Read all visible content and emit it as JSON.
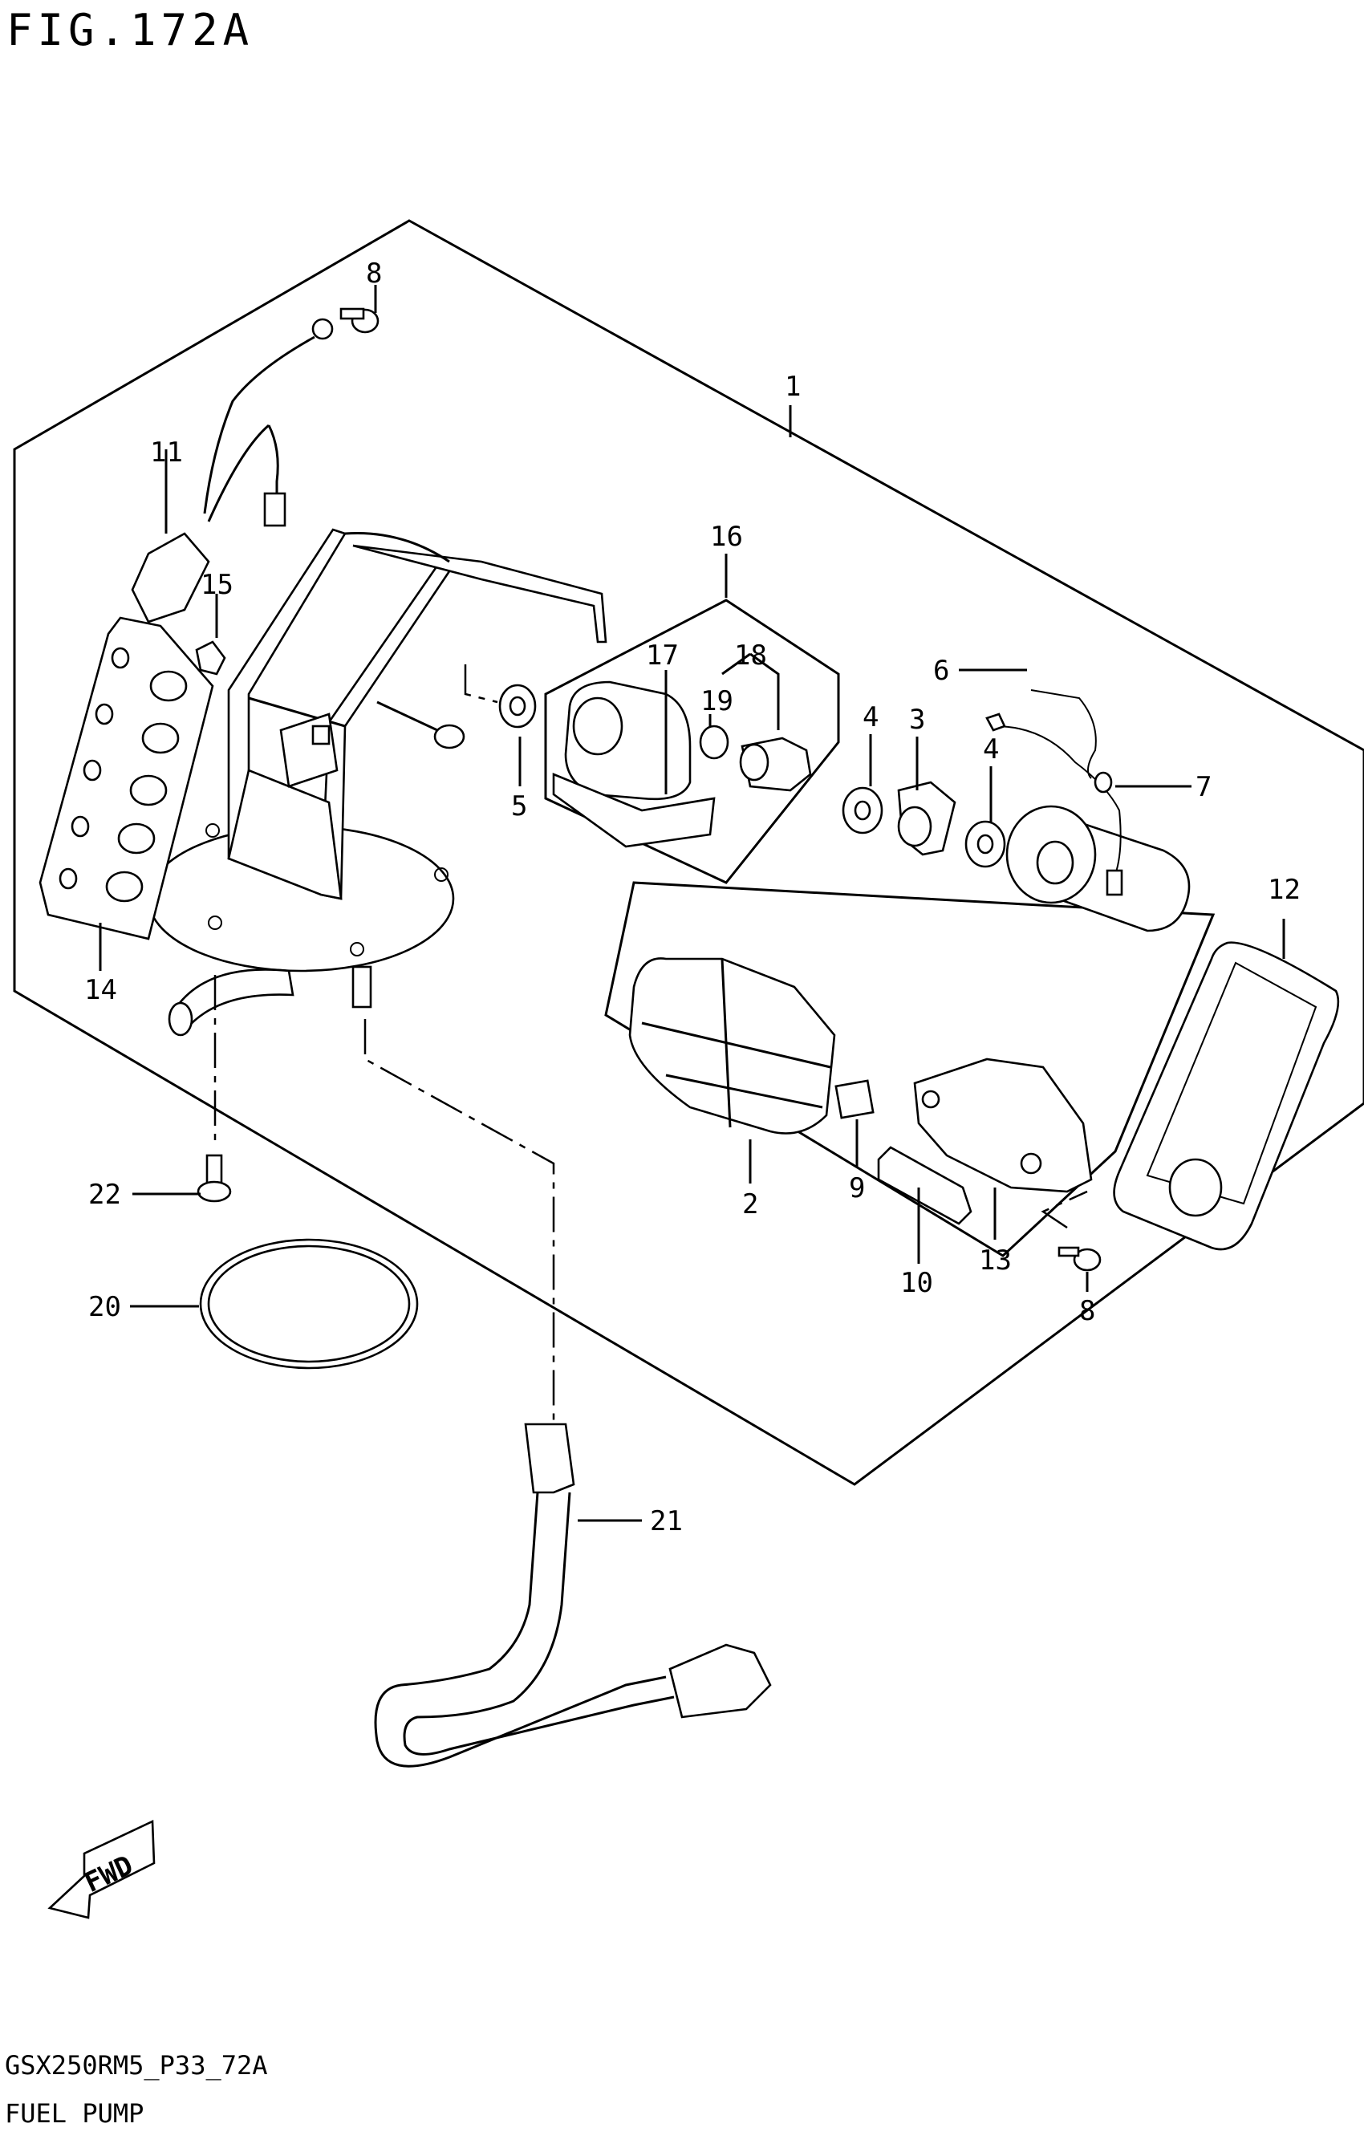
{
  "figure": {
    "title": "FIG.172A",
    "model_code": "GSX250RM5_P33_72A",
    "name": "FUEL PUMP"
  },
  "direction_arrow": {
    "label": "FWD",
    "icon": "fwd-arrow-icon"
  },
  "callouts": [
    {
      "id": "c1",
      "label": "1"
    },
    {
      "id": "c2",
      "label": "2"
    },
    {
      "id": "c3",
      "label": "3"
    },
    {
      "id": "c4a",
      "label": "4"
    },
    {
      "id": "c4b",
      "label": "4"
    },
    {
      "id": "c5",
      "label": "5"
    },
    {
      "id": "c6",
      "label": "6"
    },
    {
      "id": "c7",
      "label": "7"
    },
    {
      "id": "c8a",
      "label": "8"
    },
    {
      "id": "c8b",
      "label": "8"
    },
    {
      "id": "c9",
      "label": "9"
    },
    {
      "id": "c10",
      "label": "10"
    },
    {
      "id": "c11",
      "label": "11"
    },
    {
      "id": "c12",
      "label": "12"
    },
    {
      "id": "c13",
      "label": "13"
    },
    {
      "id": "c14",
      "label": "14"
    },
    {
      "id": "c15",
      "label": "15"
    },
    {
      "id": "c16",
      "label": "16"
    },
    {
      "id": "c17",
      "label": "17"
    },
    {
      "id": "c18",
      "label": "18"
    },
    {
      "id": "c19",
      "label": "19"
    },
    {
      "id": "c20",
      "label": "20"
    },
    {
      "id": "c21",
      "label": "21"
    },
    {
      "id": "c22",
      "label": "22"
    }
  ]
}
